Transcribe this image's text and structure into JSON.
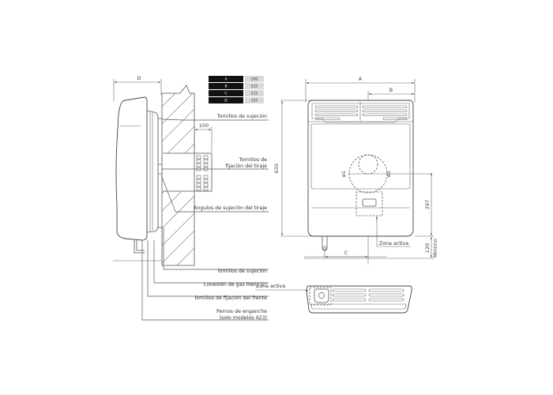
{
  "dimension_table": {
    "rows": [
      {
        "key": "A",
        "value": "500"
      },
      {
        "key": "B",
        "value": "215"
      },
      {
        "key": "C",
        "value": "215"
      },
      {
        "key": "D",
        "value": "225"
      }
    ],
    "key_bg": "#111111",
    "value_bg": "#d9d9d9"
  },
  "side_view": {
    "dim_depth_label": "D",
    "dim_flue_label": "100",
    "callouts": {
      "tornillos_sujecion_top": "Tornillos de sujeción",
      "tornillos_fijacion_tiraje_1": "Tornillos de",
      "tornillos_fijacion_tiraje_2": "fijación del tiraje",
      "angulos_sujecion": "Angulos de sujeción del tiraje",
      "tornillos_sujecion_bottom": "Tornillos de sujeción",
      "conexion_gas": "Conexión de gas RWG ½\"",
      "tornillos_fijacion_frente": "Tornillos de fijación del frente",
      "pernos_enganche_1": "Pernos de enganche",
      "pernos_enganche_2": "(solo modelos 423)"
    }
  },
  "front_view": {
    "dim_width_label": "A",
    "dim_half_label": "B",
    "dim_height_label": "635",
    "dim_hole_height_label": "297",
    "dim_floor_label": "120",
    "dim_floor_note": "Mínimo",
    "dim_gas_offset_label": "C",
    "hole_left_mark": "ø1",
    "hole_right_mark": "ø1",
    "zona_activa": "Zona activa"
  },
  "top_view": {
    "zona_activa": "Zona activa"
  }
}
